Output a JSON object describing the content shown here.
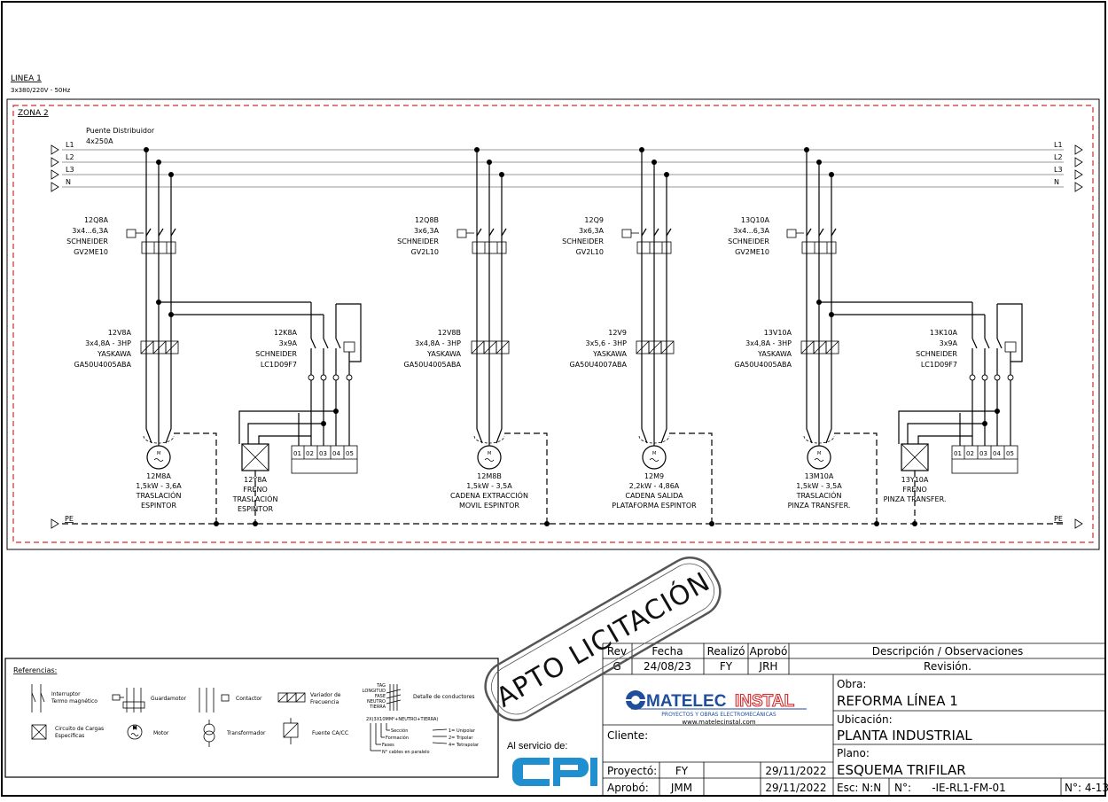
{
  "header": {
    "line_title": "LINEA 1",
    "supply": "3x380/220V - 50Hz",
    "zone": "ZONA 2",
    "distributor_name": "Puente Distribuidor",
    "distributor_rating": "4x250A"
  },
  "bus_labels": [
    "L1",
    "L2",
    "L3",
    "N"
  ],
  "pe_label": "PE",
  "breakers": [
    {
      "lines": [
        "12Q8A",
        "3x4...6,3A",
        "SCHNEIDER",
        "GV2ME10"
      ]
    },
    {
      "lines": [
        "12Q8B",
        "3x6,3A",
        "SCHNEIDER",
        "GV2L10"
      ]
    },
    {
      "lines": [
        "12Q9",
        "3x6,3A",
        "SCHNEIDER",
        "GV2L10"
      ]
    },
    {
      "lines": [
        "13Q10A",
        "3x4...6,3A",
        "SCHNEIDER",
        "GV2ME10"
      ]
    }
  ],
  "drives": [
    {
      "lines": [
        "12V8A",
        "3x4,8A - 3HP",
        "YASKAWA",
        "GA50U4005ABA"
      ]
    },
    {
      "lines": [
        "12V8B",
        "3x4,8A - 3HP",
        "YASKAWA",
        "GA50U4005ABA"
      ]
    },
    {
      "lines": [
        "12V9",
        "3x5,6 - 3HP",
        "YASKAWA",
        "GA50U4007ABA"
      ]
    },
    {
      "lines": [
        "13V10A",
        "3x4,8A - 3HP",
        "YASKAWA",
        "GA50U4005ABA"
      ]
    }
  ],
  "contactors": [
    {
      "lines": [
        "12K8A",
        "3x9A",
        "SCHNEIDER",
        "LC1D09F7"
      ]
    },
    {
      "lines": [
        "13K10A",
        "3x9A",
        "SCHNEIDER",
        "LC1D09F7"
      ]
    }
  ],
  "motors": [
    {
      "lines": [
        "12M8A",
        "1,5kW - 3,6A",
        "TRASLACIÓN",
        "ESPINTOR"
      ]
    },
    {
      "lines": [
        "12M8B",
        "1,5kW - 3,5A",
        "CADENA EXTRACCIÓN",
        "MOVIL ESPINTOR"
      ]
    },
    {
      "lines": [
        "12M9",
        "2,2kW - 4,86A",
        "CADENA SALIDA",
        "PLATAFORMA ESPINTOR"
      ]
    },
    {
      "lines": [
        "13M10A",
        "1,5kW - 3,5A",
        "TRASLACIÓN",
        "PINZA TRANSFER."
      ]
    }
  ],
  "brakes": [
    {
      "lines": [
        "12Y8A",
        "FRENO",
        "TRASLACIÓN",
        "ESPINTOR"
      ]
    },
    {
      "lines": [
        "13Y10A",
        "FRENO",
        "PINZA TRANSFER."
      ]
    }
  ],
  "terminals": [
    "01",
    "02",
    "03",
    "04",
    "05"
  ],
  "stamp": "APTO LICITACIÓN",
  "legend": {
    "title": "Referencias:",
    "items": {
      "breaker": "Interruptor\nTermo magnético",
      "guardamotor": "Guardamotor",
      "contactor": "Contactor",
      "vfd": "Variador de\nFrecuencia",
      "conductors": "Detalle de conductores",
      "loads": "Circuito de Cargas\nEspecificas",
      "motor": "Motor",
      "transformer": "Transformador",
      "dc_source": "Fuente CA/CC"
    },
    "cable_tags": [
      "TAG",
      "LONGITUD",
      "FASE",
      "NEUTRO",
      "TIERRA"
    ],
    "cable_formula": "2X(3X10MM²+NEUTRO+TIERRA)",
    "cable_branches": [
      "Sección",
      "Formación",
      "Fases",
      "N° cables en paralelo"
    ],
    "cable_types": [
      "1= Unipolar",
      "2= Tripolar",
      "4= Tetrapolar"
    ]
  },
  "service_label": "Al servicio de:",
  "client_logo": "CPI",
  "company": {
    "name_a": "MATELEC",
    "name_b": "INSTAL",
    "tagline": "PROYECTOS Y OBRAS ELECTROMECÁNICAS",
    "web": "www.matelecinstal.com"
  },
  "revision_table": {
    "headers": [
      "Rev",
      "Fecha",
      "Realizó",
      "Aprobó",
      "Descripción / Observaciones"
    ],
    "row": [
      "G",
      "24/08/23",
      "FY",
      "JRH",
      "Revisión."
    ]
  },
  "title_block": {
    "cliente_label": "Cliente:",
    "proyecto_label": "Proyectó:",
    "proyecto_by": "FY",
    "proyecto_date": "29/11/2022",
    "aprobo_label": "Aprobó:",
    "aprobo_by": "JMM",
    "aprobo_date": "29/11/2022",
    "obra_label": "Obra:",
    "obra": "REFORMA LÍNEA 1",
    "ubicacion_label": "Ubicación:",
    "ubicacion": "PLANTA INDUSTRIAL",
    "plano_label": "Plano:",
    "plano": "ESQUEMA TRIFILAR",
    "esc_label": "Esc: N:N",
    "num_label": "N°:",
    "num": "-IE-RL1-FM-01",
    "sheet": "N°: 4-13"
  },
  "colors": {
    "zone_border": "#d42a2a",
    "company_blue": "#1e4e9c",
    "company_red": "#d42a2a",
    "cpi_blue": "#1f8fcf",
    "stamp": "#555555"
  }
}
